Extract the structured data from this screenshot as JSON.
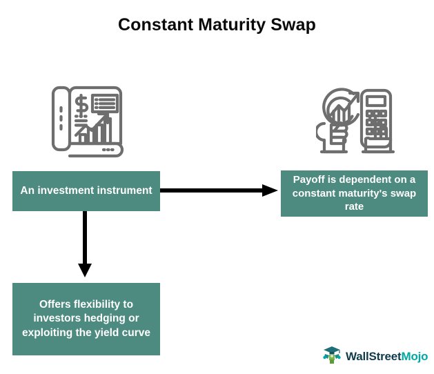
{
  "page": {
    "title": "Constant Maturity Swap",
    "background_color": "#ffffff"
  },
  "theme": {
    "box_fill": "#4d8a80",
    "box_text": "#ffffff",
    "arrow_color": "#000000",
    "icon_stroke": "#6e6e6e",
    "title_color": "#0a0a0a"
  },
  "diagram": {
    "boxes": [
      {
        "id": "investment",
        "text": "An investment instrument"
      },
      {
        "id": "payoff",
        "text": "Payoff is dependent on a constant maturity's swap rate"
      },
      {
        "id": "flexibility",
        "text": "Offers flexibility to investors hedging or exploiting the yield curve"
      }
    ],
    "arrows": [
      {
        "id": "right-arrow",
        "direction": "right",
        "from": "investment",
        "to": "payoff"
      },
      {
        "id": "down-arrow",
        "direction": "down",
        "from": "investment",
        "to": "flexibility"
      }
    ],
    "icons": [
      {
        "id": "report",
        "name": "financial-report-icon"
      },
      {
        "id": "analysis",
        "name": "analysis-calculator-icon"
      }
    ]
  },
  "branding": {
    "word_primary": "WallStreet",
    "word_accent": "Mojo",
    "mascot": "graduation-cap-mascot-icon"
  }
}
